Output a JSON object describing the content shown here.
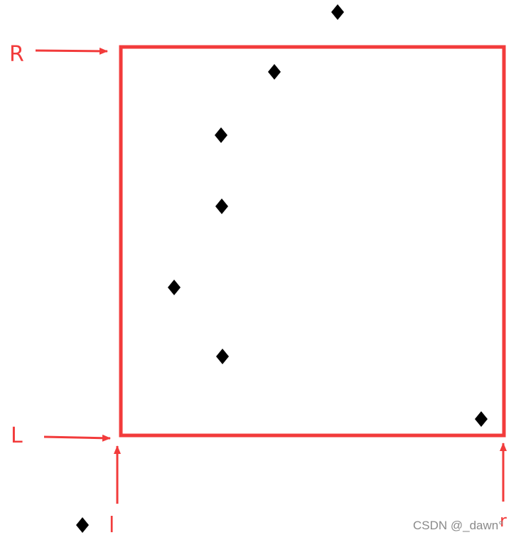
{
  "colors": {
    "accent": "#f23b3b",
    "point": "#000000",
    "watermark": "#8a8a8a",
    "background": "#ffffff"
  },
  "labels": {
    "upper_bound": "R",
    "lower_bound": "L",
    "left_bound": "l",
    "right_bound": "r"
  },
  "watermark": "CSDN @_dawn°",
  "shape": {
    "type": "rectangle",
    "style": "red outline box delimiting the query region"
  },
  "points": {
    "count": 8,
    "marker": "black-diamond",
    "inside_box": 6,
    "outside_box": 2
  },
  "arrows": [
    {
      "name": "arrow-to-R",
      "icon": "right-arrow-icon"
    },
    {
      "name": "arrow-to-L",
      "icon": "right-arrow-icon"
    },
    {
      "name": "arrow-to-l",
      "icon": "up-arrow-icon"
    },
    {
      "name": "arrow-to-r",
      "icon": "up-arrow-icon"
    }
  ]
}
